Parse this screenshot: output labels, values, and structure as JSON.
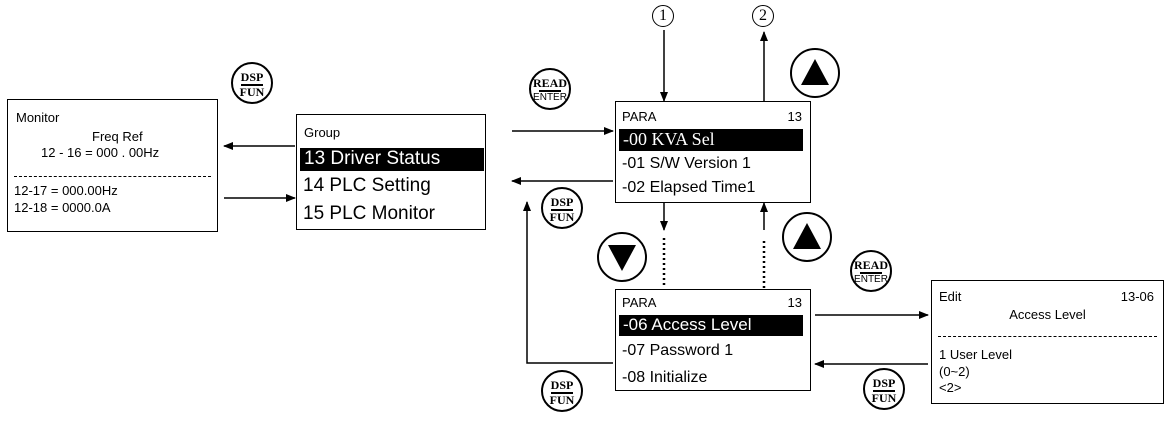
{
  "monitor": {
    "title": "Monitor",
    "subtitle": "Freq  Ref",
    "line1": "12  -  16 = 000 . 00Hz",
    "line2": "12-17 = 000.00Hz",
    "line3": "12-18 = 0000.0A"
  },
  "group": {
    "title": "Group",
    "items": [
      "13 Driver Status",
      "14 PLC Setting",
      "15 PLC Monitor"
    ]
  },
  "para_top": {
    "title": "PARA",
    "group_no": "13",
    "items": [
      "-00 KVA Sel",
      "-01  S/W Version 1",
      "-02 Elapsed Time1"
    ]
  },
  "para_bottom": {
    "title": "PARA",
    "group_no": "13",
    "items": [
      "-06 Access Level",
      "-07 Password 1",
      "-08 Initialize"
    ]
  },
  "edit": {
    "title": "Edit",
    "code": "13-06",
    "name": "Access Level",
    "value_line": "1  User Level",
    "range": "(0~2)",
    "default": "<2>"
  },
  "markers": {
    "m1": "1",
    "m2": "2"
  },
  "buttons": {
    "dsp_top": "DSP",
    "dsp_bottom": "FUN",
    "read_top": "READ",
    "read_bottom": "ENTER"
  }
}
